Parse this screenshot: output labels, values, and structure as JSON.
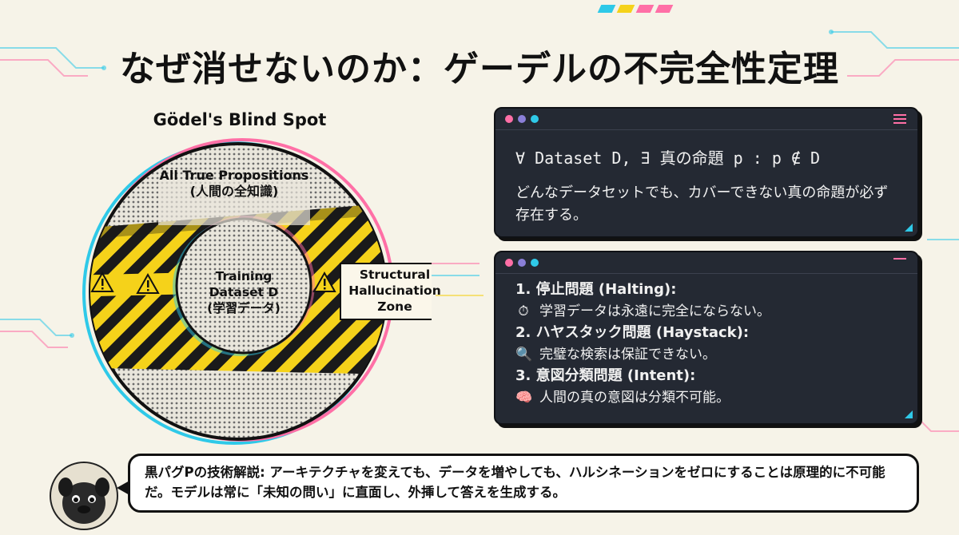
{
  "title": "なぜ消せないのか：ゲーデルの不完全性定理",
  "diagram": {
    "heading": "Gödel's Blind Spot",
    "outer_label_en": "All True Propositions",
    "outer_label_ja": "(人間の全知識)",
    "inner_label_line1": "Training",
    "inner_label_line2": "Dataset D",
    "inner_label_ja": "(学習データ)",
    "zone_line1": "Structural",
    "zone_line2": "Hallucination",
    "zone_line3": "Zone",
    "warning_icon": "warning-triangle-icon",
    "colors": {
      "stripe_yellow": "#f5d21a",
      "stripe_black": "#1a1a1a",
      "accent_cyan": "#2fc9e8",
      "accent_pink": "#ff6fa6"
    }
  },
  "theorem": {
    "formula": "∀ Dataset D, ∃ 真の命題 p : p ∉ D",
    "explanation": "どんなデータセットでも、カバーできない真の命題が必ず存在する。"
  },
  "problems": [
    {
      "heading": "1.  停止問題 (Halting):",
      "icon": "stopwatch-icon",
      "glyph": "⏱",
      "text": "学習データは永遠に完全にならない。"
    },
    {
      "heading": "2.  ハヤスタック問題 (Haystack):",
      "icon": "magnifier-icon",
      "glyph": "🔍",
      "text": "完璧な検索は保証できない。"
    },
    {
      "heading": "3.  意図分類問題 (Intent):",
      "icon": "brain-icon",
      "glyph": "🧠",
      "text": "人間の真の意図は分類不可能。"
    }
  ],
  "speech": {
    "text": "黒パグPの技術解説: アーキテクチャを変えても、データを増やしても、ハルシネーションをゼロにすることは原理的に不可能だ。モデルは常に「未知の問い」に直面し、外挿して答えを生成する。"
  },
  "avatar_icon": "black-pug-avatar"
}
